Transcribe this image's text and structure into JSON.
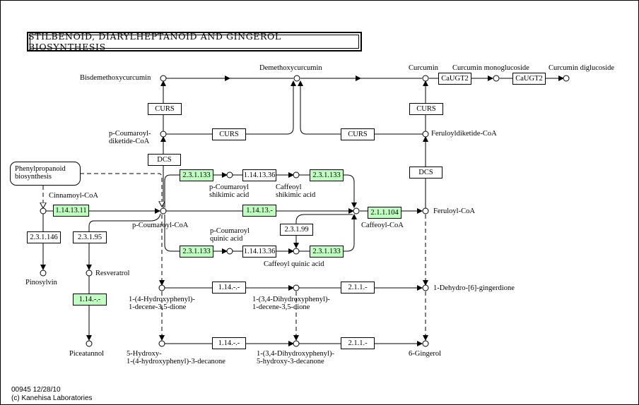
{
  "title": "STILBENOID, DIARYLHEPTANOID AND GINGEROL BIOSYNTHESIS",
  "map_link": "Phenylpropanoid\nbiosynthesis",
  "compounds": {
    "bisdemethoxycurcumin": "Bisdemethoxycurcumin",
    "demethoxycurcumin": "Demethoxycurcumin",
    "curcumin": "Curcumin",
    "curcumin_monoglucoside": "Curcumin monoglucoside",
    "curcumin_diglucoside": "Curcumin diglucoside",
    "p_coumaroyl_diketide": "p-Coumaroyl-\ndiketide-CoA",
    "feruloyldiketide": "Feruloyldiketide-CoA",
    "cinnamoyl_coa": "Cinnamoyl-CoA",
    "p_coumaroyl_coa": "p-Coumaroyl-CoA",
    "p_coumaroyl_shikimic": "p-Coumaroyl\nshikimic acid",
    "caffeoyl_shikimic": "Caffeoyl\nshikimic acid",
    "caffeoyl_coa": "Caffeoyl-CoA",
    "feruloyl_coa": "Feruloyl-CoA",
    "p_coumaroyl_quinic": "p-Coumaroyl\nquinic acid",
    "caffeoyl_quinic": "Caffeoyl quinic acid",
    "pinosylvin": "Pinosylvin",
    "resveratrol": "Resveratrol",
    "piceatannol": "Piceatannol",
    "hydroxyphenyl_decene": "1-(4-Hydroxyphenyl)-\n1-decene-3,5-dione",
    "dihydroxyphenyl_decene": "1-(3,4-Dihydroxyphenyl)-\n1-decene-3,5-dione",
    "dehydro_gingerdione": "1-Dehydro-[6]-gingerdione",
    "hydroxy_decanone": "5-Hydroxy-\n1-(4-hydroxyphenyl)-3-decanone",
    "dihydroxy_decanone": "1-(3,4-Dihydroxyphenyl)-\n5-hydroxy-3-decanone",
    "gingerol": "6-Gingerol"
  },
  "enzymes": {
    "curs_left": "CURS",
    "curs_mid": "CURS",
    "curs_right_mid": "CURS",
    "curs_right": "CURS",
    "caugt2_a": "CaUGT2",
    "caugt2_b": "CaUGT2",
    "dcs_left": "DCS",
    "dcs_right": "DCS",
    "e_1_14_13_11": "1.14.13.11",
    "e_2_3_1_146": "2.3.1.146",
    "e_2_3_1_95": "2.3.1.95",
    "e_1_14_resv": "1.14.-.-",
    "e_2_3_1_133_top": "2.3.1.133",
    "e_1_14_13_36_top": "1.14.13.36",
    "e_2_3_1_133_top2": "2.3.1.133",
    "e_1_14_13_mid": "1.14.13.-",
    "e_2_1_1_104": "2.1.1.104",
    "e_2_3_1_99": "2.3.1.99",
    "e_2_3_1_133_bot": "2.3.1.133",
    "e_1_14_13_36_bot": "1.14.13.36",
    "e_2_3_1_133_bot2": "2.3.1.133",
    "e_1_14_r1": "1.14.-.-",
    "e_2_1_1_r1": "2.1.1.-",
    "e_1_14_r2": "1.14.-.-",
    "e_2_1_1_r2": "2.1.1.-"
  },
  "footer": {
    "line1": "00945 12/28/10",
    "line2": "(c) Kanehisa Laboratories"
  }
}
